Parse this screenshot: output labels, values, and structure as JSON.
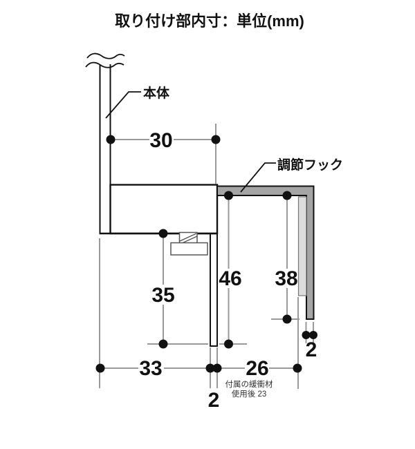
{
  "title": "取り付け部内寸：単位(mm)",
  "labels": {
    "body": "本体",
    "hook": "調節フック"
  },
  "dimensions": {
    "top_width": "30",
    "body_depth": "35",
    "hook_inner_depth": "46",
    "hook_outer_depth": "38",
    "bottom_inner_width": "33",
    "bottom_outer_width": "26",
    "plate_thickness": "2",
    "hook_thickness": "2"
  },
  "note": {
    "line1": "付属の緩衝材",
    "line2": "使用後 23"
  },
  "colors": {
    "hook_dark": "#a5a5a5",
    "hook_light": "#dcdcdc",
    "dim_line": "#999999",
    "ink": "#111111"
  }
}
